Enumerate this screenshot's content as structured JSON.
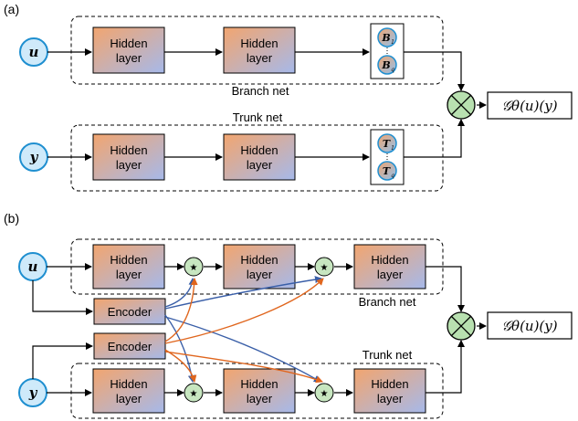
{
  "panel_a": {
    "label": "(a)",
    "input_u": "u",
    "input_y": "y",
    "branch_hidden1_line1": "Hidden",
    "branch_hidden1_line2": "layer",
    "branch_hidden2_line1": "Hidden",
    "branch_hidden2_line2": "layer",
    "trunk_hidden1_line1": "Hidden",
    "trunk_hidden1_line2": "layer",
    "trunk_hidden2_line1": "Hidden",
    "trunk_hidden2_line2": "layer",
    "branch_out_top": "B",
    "branch_out_top_sub": "1",
    "branch_out_bottom": "B",
    "branch_out_bottom_sub": "q",
    "trunk_out_top": "T",
    "trunk_out_top_sub": "1",
    "trunk_out_bottom": "T",
    "trunk_out_bottom_sub": "q",
    "branch_label": "Branch net",
    "trunk_label": "Trunk net",
    "output": "𝒢θ(u)(y)"
  },
  "panel_b": {
    "label": "(b)",
    "input_u": "u",
    "input_y": "y",
    "encoder_top": "Encoder",
    "encoder_bottom": "Encoder",
    "hidden_line1": "Hidden",
    "hidden_line2": "layer",
    "star": "★",
    "branch_label": "Branch net",
    "trunk_label": "Trunk net",
    "output": "𝒢θ(u)(y)"
  },
  "colors": {
    "hidden_top": "#f0a878",
    "hidden_bottom": "#a9b8e6",
    "input_fill": "#cfeafa",
    "input_stroke": "#1f8fd0",
    "star_fill": "#c7e6c0",
    "cross_fill": "#b8e0b0",
    "arrow_blue": "#3a5fa8",
    "arrow_orange": "#e0661e"
  }
}
